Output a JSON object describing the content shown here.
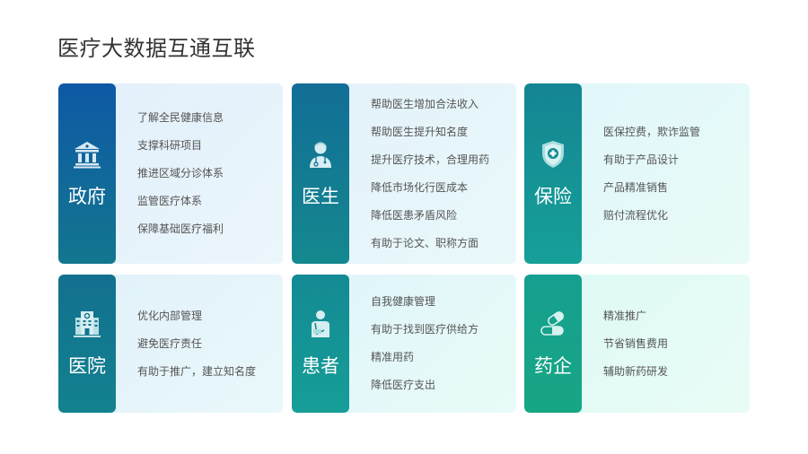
{
  "page": {
    "title": "医疗大数据互通互联"
  },
  "cards": [
    {
      "label": "政府",
      "icon": "government-building-icon",
      "items": [
        "了解全民健康信息",
        "支撑科研项目",
        "推进区域分诊体系",
        "监管医疗体系",
        "保障基础医疗福利"
      ],
      "side_gradient": [
        "#0e5aa6",
        "#127690"
      ],
      "body_bg": [
        "#e3f0fb",
        "#eaf6fb"
      ]
    },
    {
      "label": "医生",
      "icon": "doctor-icon",
      "items": [
        "帮助医生增加合法收入",
        "帮助医生提升知名度",
        "提升医疗技术，合理用药",
        "降低市场化行医成本",
        "降低医患矛盾风险",
        "有助于论文、职称方面"
      ],
      "side_gradient": [
        "#126f96",
        "#14888f"
      ],
      "body_bg": [
        "#e4f2fa",
        "#e8f8fa"
      ]
    },
    {
      "label": "保险",
      "icon": "insurance-shield-icon",
      "items": [
        "医保控费，欺诈监管",
        "有助于产品设计",
        "产品精准销售",
        "赔付流程优化"
      ],
      "side_gradient": [
        "#158694",
        "#16a098"
      ],
      "body_bg": [
        "#e0f7fa",
        "#e8fbf8"
      ]
    },
    {
      "label": "医院",
      "icon": "hospital-icon",
      "items": [
        "优化内部管理",
        "避免医疗责任",
        "有助于推广，建立知名度"
      ],
      "side_gradient": [
        "#13718f",
        "#13828f"
      ],
      "body_bg": [
        "#e2f2fa",
        "#e8f8fa"
      ]
    },
    {
      "label": "患者",
      "icon": "patient-icon",
      "items": [
        "自我健康管理",
        "有助于找到医疗供给方",
        "精准用药",
        "降低医疗支出"
      ],
      "side_gradient": [
        "#138a94",
        "#169e97"
      ],
      "body_bg": [
        "#e0f6fa",
        "#e8fbf8"
      ]
    },
    {
      "label": "药企",
      "icon": "pills-icon",
      "items": [
        "精准推广",
        "节省销售费用",
        "辅助新药研发"
      ],
      "side_gradient": [
        "#16a090",
        "#17a684"
      ],
      "body_bg": [
        "#defaf6",
        "#e8fcf6"
      ]
    }
  ]
}
